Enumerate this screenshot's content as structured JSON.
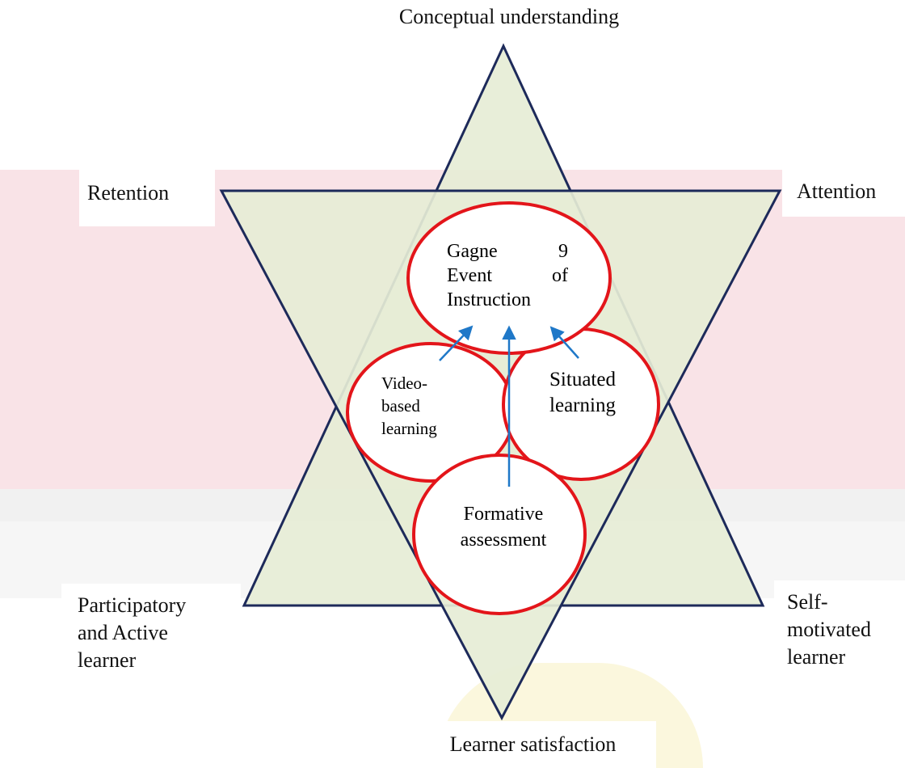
{
  "labels": {
    "top": "Conceptual understanding",
    "retention": "Retention",
    "attention": "Attention",
    "bottom": "Learner satisfaction",
    "participatory": "Participatory\nand Active\nlearner",
    "self_motivated": "Self-\nmotivated\nlearner"
  },
  "circles": {
    "gagne": {
      "row1_left": "Gagne",
      "row1_right": "9",
      "row2_left": "Event",
      "row2_right": "of",
      "row3": "Instruction"
    },
    "video": "Video-\nbased\nlearning",
    "situated": "Situated\nlearning",
    "formative": "Formative\nassessment"
  },
  "colors": {
    "triangle_fill": "#e6edd6",
    "triangle_stroke": "#1d2a5a",
    "circle_stroke": "#e3151a",
    "arrow": "#1f78c8"
  }
}
